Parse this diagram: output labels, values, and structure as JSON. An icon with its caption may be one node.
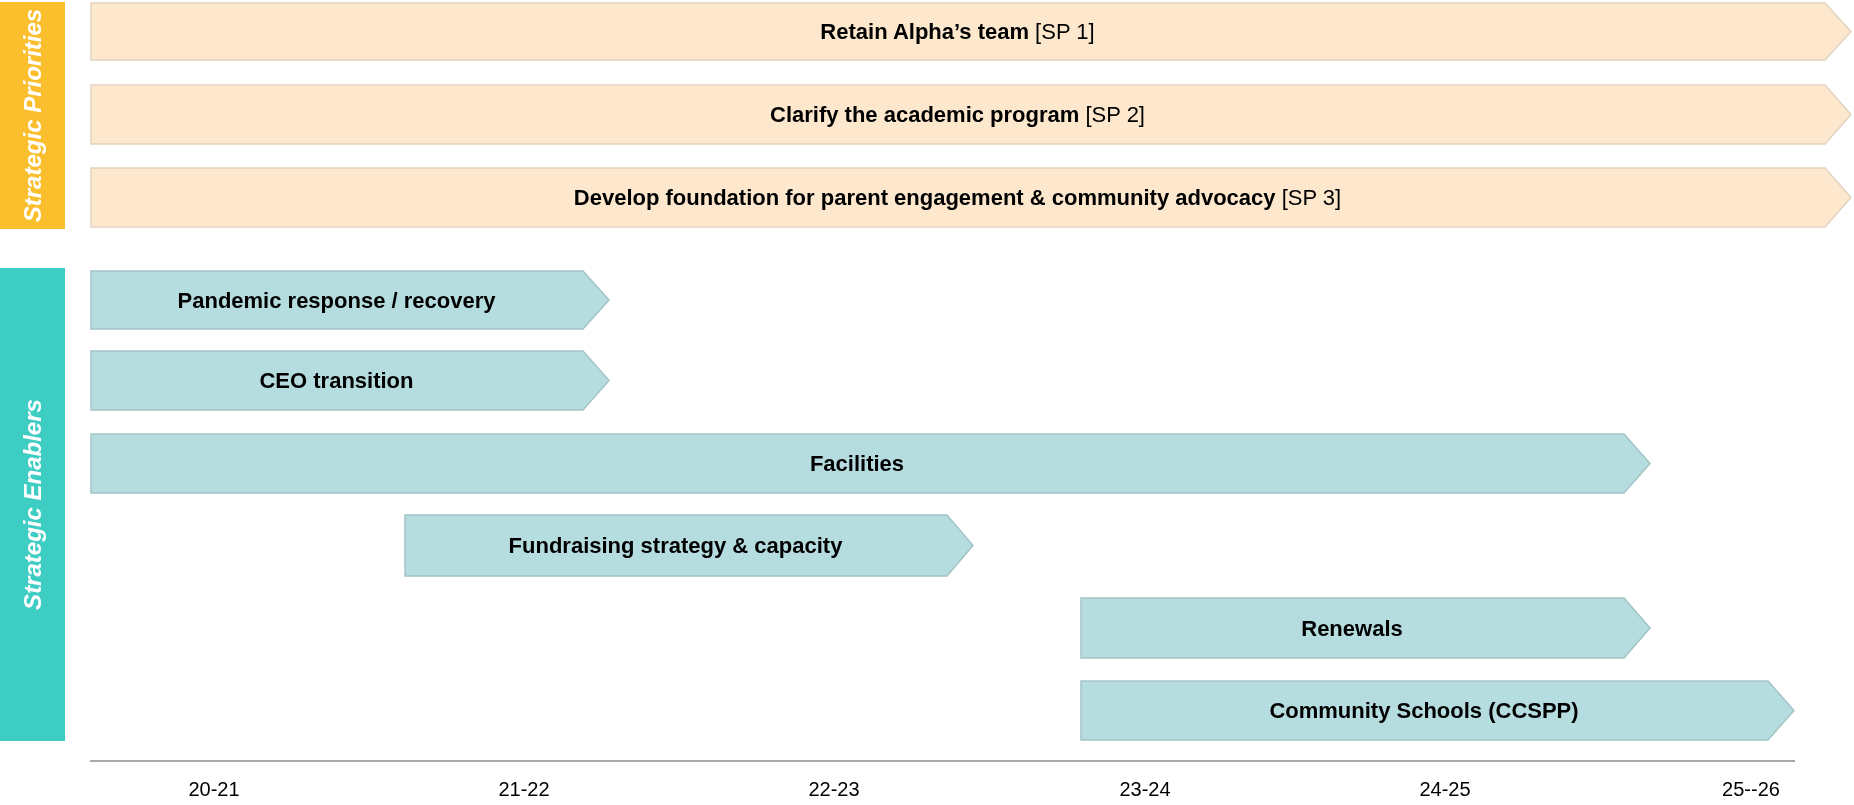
{
  "diagram": {
    "nodes": [
      {
        "text": [
          "Strategic Priorities"
        ]
      },
      {
        "text": [
          "**Retain Alpha’s team** [SP 1]"
        ]
      },
      {
        "text": [
          "**Clarify the academic program** [SP 2]"
        ]
      },
      {
        "text": [
          "**Develop foundation for parent engagement & community advocacy** [SP 3]"
        ]
      },
      {
        "text": [
          "Strategic Enablers"
        ]
      },
      {
        "text": [
          "Pandemic response / recovery"
        ]
      },
      {
        "text": [
          "CEO transition"
        ]
      },
      {
        "text": [
          "Facilities"
        ]
      },
      {
        "text": [
          "Fundraising strategy & capacity"
        ]
      },
      {
        "text": [
          "Renewals"
        ]
      },
      {
        "text": [
          "Community Schools (CCSPP)"
        ]
      }
    ],
    "edges": [],
    "labels": [
      "20-21",
      "21-22",
      "22-23",
      "23-24",
      "24-25",
      "25--26"
    ]
  }
}
